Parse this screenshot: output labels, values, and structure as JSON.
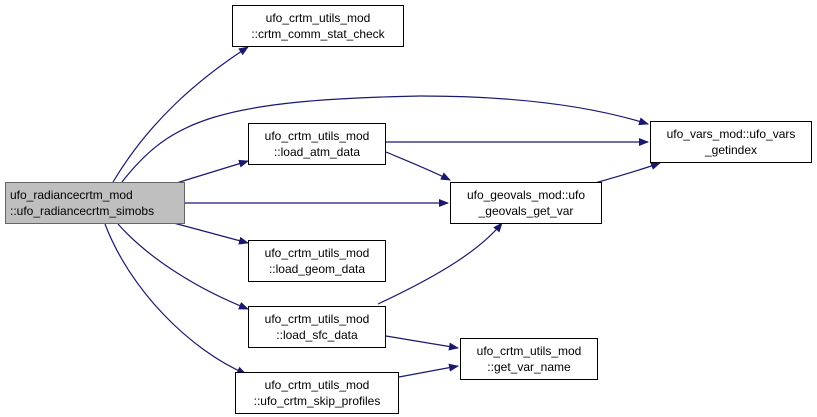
{
  "nodes": {
    "simobs": {
      "line1": "ufo_radiancecrtm_mod",
      "line2": "::ufo_radiancecrtm_simobs"
    },
    "stat": {
      "line1": "ufo_crtm_utils_mod",
      "line2": "::crtm_comm_stat_check"
    },
    "atm": {
      "line1": "ufo_crtm_utils_mod",
      "line2": "::load_atm_data"
    },
    "geom": {
      "line1": "ufo_crtm_utils_mod",
      "line2": "::load_geom_data"
    },
    "sfc": {
      "line1": "ufo_crtm_utils_mod",
      "line2": "::load_sfc_data"
    },
    "skip": {
      "line1": "ufo_crtm_utils_mod",
      "line2": "::ufo_crtm_skip_profiles"
    },
    "getvar": {
      "line1": "ufo_geovals_mod::ufo",
      "line2": "_geovals_get_var"
    },
    "getindex": {
      "line1": "ufo_vars_mod::ufo_vars",
      "line2": "_getindex"
    },
    "varname": {
      "line1": "ufo_crtm_utils_mod",
      "line2": "::get_var_name"
    }
  },
  "colors": {
    "edge": "#191970",
    "root_fill": "#bfbfbf",
    "node_border": "#000000"
  }
}
